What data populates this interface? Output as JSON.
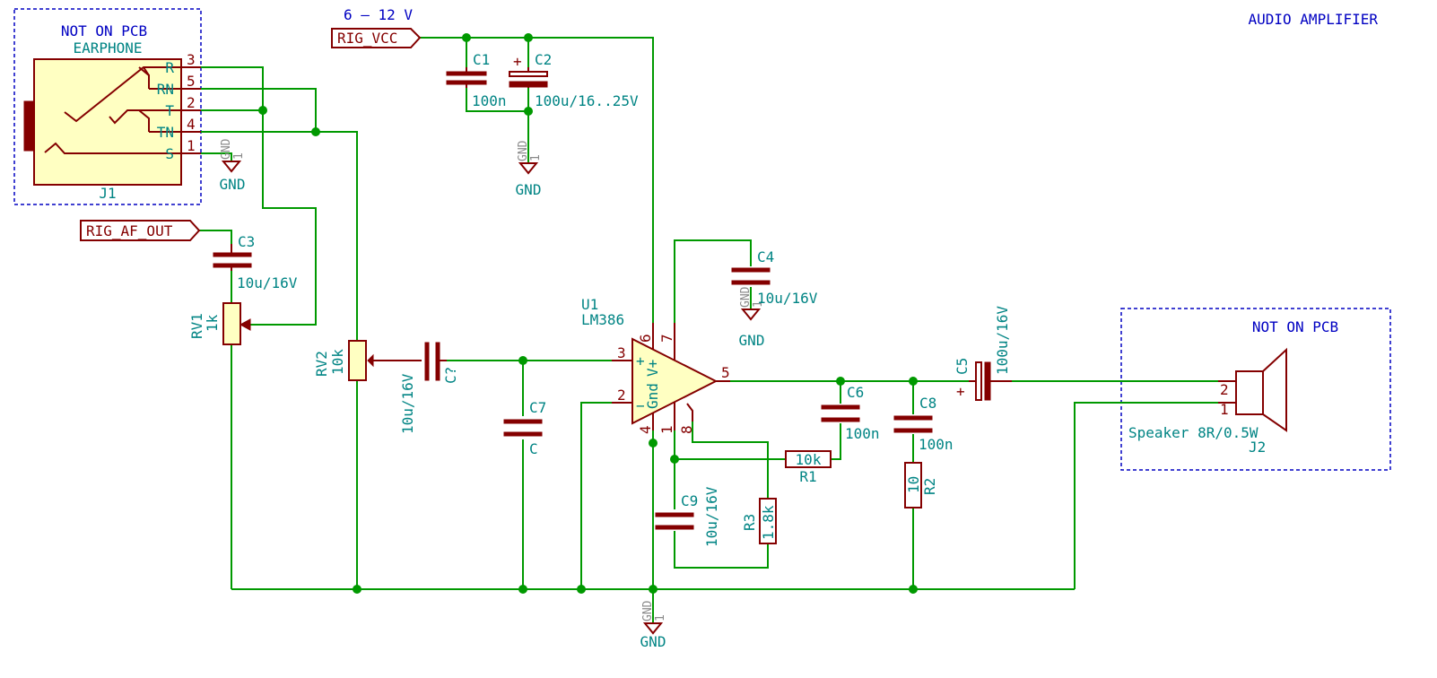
{
  "title": "AUDIO AMPLIFIER",
  "supply_note": "6 – 12 V",
  "boxes": [
    {
      "label": "NOT ON PCB"
    },
    {
      "label": "NOT ON PCB"
    }
  ],
  "labels": {
    "vcc": "RIG_VCC",
    "af_out": "RIG_AF_OUT"
  },
  "power": {
    "gnd": "GND",
    "gnd_hidden": "GND",
    "one": "1"
  },
  "j1": {
    "ref": "J1",
    "value": "EARPHONE",
    "pins": [
      {
        "name": "R",
        "num": "3"
      },
      {
        "name": "RN",
        "num": "5"
      },
      {
        "name": "T",
        "num": "2"
      },
      {
        "name": "TN",
        "num": "4"
      },
      {
        "name": "S",
        "num": "1"
      }
    ]
  },
  "j2": {
    "ref": "J2",
    "value": "Speaker 8R/0.5W",
    "pins": [
      "2",
      "1"
    ]
  },
  "u1": {
    "ref": "U1",
    "value": "LM386",
    "pins": {
      "p1": "1",
      "p2": "2",
      "p3": "3",
      "p4": "4",
      "p5": "5",
      "p6": "6",
      "p7": "7",
      "p8": "8"
    },
    "pwr_gnd": "Gnd",
    "pwr_vplus": "V+",
    "plus": "+",
    "minus": "−"
  },
  "components": {
    "c1": {
      "ref": "C1",
      "value": "100n"
    },
    "c2": {
      "ref": "C2",
      "value": "100u/16..25V",
      "polarity": "+"
    },
    "c3": {
      "ref": "C3",
      "value": "10u/16V"
    },
    "c4": {
      "ref": "C4",
      "value": "10u/16V"
    },
    "c5": {
      "ref": "C5",
      "value": "100u/16V",
      "polarity": "+"
    },
    "c6": {
      "ref": "C6",
      "value": "100n"
    },
    "c7": {
      "ref": "C7",
      "value": "C"
    },
    "c8": {
      "ref": "C8",
      "value": "100n"
    },
    "c9": {
      "ref": "C9",
      "value": "10u/16V"
    },
    "cq": {
      "ref": "C?",
      "value": "10u/16V"
    },
    "rv1": {
      "ref": "RV1",
      "value": "1k"
    },
    "rv2": {
      "ref": "RV2",
      "value": "10k"
    },
    "r1": {
      "ref": "R1",
      "value": "10k"
    },
    "r2": {
      "ref": "R2",
      "value": "10"
    },
    "r3": {
      "ref": "R3",
      "value": "1.8k"
    }
  }
}
